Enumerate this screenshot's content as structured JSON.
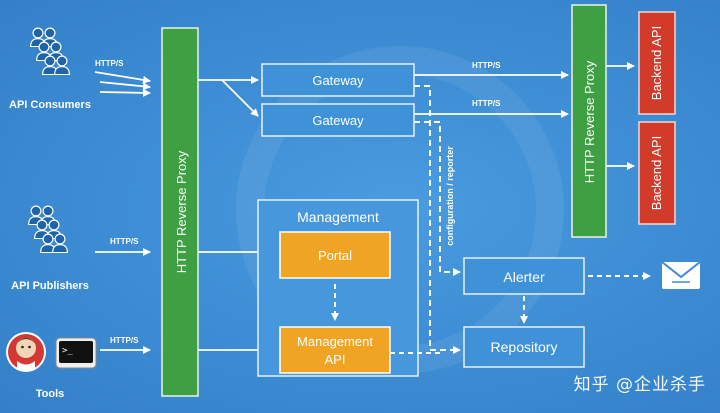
{
  "actors": {
    "consumers": "API Consumers",
    "publishers": "API Publishers",
    "tools": "Tools"
  },
  "protocol": "HTTP/S",
  "proxy_left": "HTTP Reverse Proxy",
  "proxy_right": "HTTP Reverse Proxy",
  "gateways": [
    "Gateway",
    "Gateway"
  ],
  "management": {
    "title": "Management",
    "portal": "Portal",
    "api_line1": "Management",
    "api_line2": "API"
  },
  "backends": [
    "Backend  API",
    "Backend  API"
  ],
  "alerter": "Alerter",
  "repository": "Repository",
  "config_label": "configuration / reporter",
  "watermark": "知乎 @企业杀手",
  "colors": {
    "background": "#3b8ad2",
    "proxy_green": "#3fa043",
    "component_orange": "#f0a424",
    "backend_red": "#d23a2a"
  }
}
